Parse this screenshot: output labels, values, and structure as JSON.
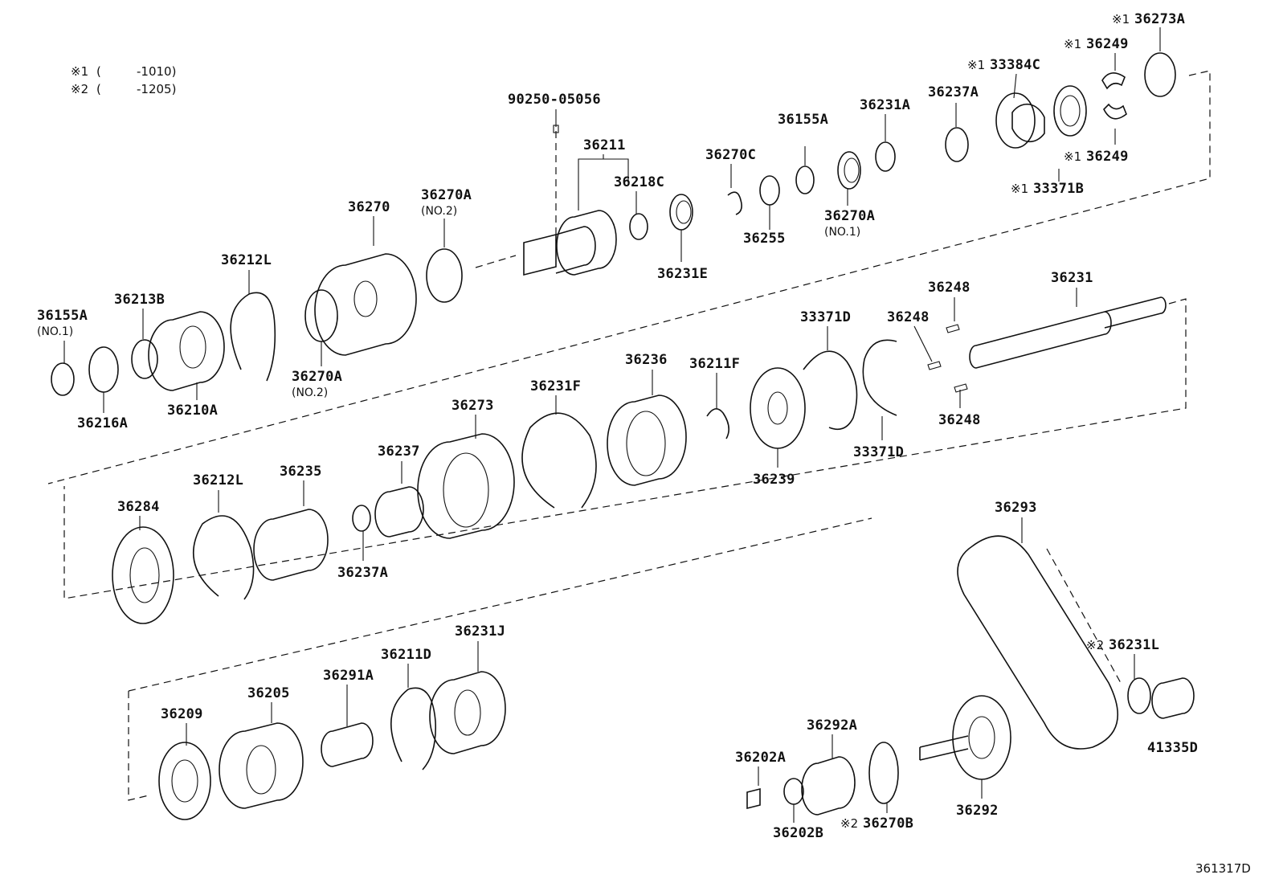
{
  "legend": [
    {
      "mark": "※1",
      "paren": "(",
      "range": "-1010)"
    },
    {
      "mark": "※2",
      "paren": "(",
      "range": "-1205)"
    }
  ],
  "diagram_code": "361317D",
  "parts": [
    {
      "id": "p36273A",
      "mark": "※1",
      "label": "36273A",
      "sub": ""
    },
    {
      "id": "p36249a",
      "mark": "※1",
      "label": "36249",
      "sub": ""
    },
    {
      "id": "p33384C",
      "mark": "※1",
      "label": "33384C",
      "sub": ""
    },
    {
      "id": "p36249b",
      "mark": "※1",
      "label": "36249",
      "sub": ""
    },
    {
      "id": "p33371B",
      "mark": "※1",
      "label": "33371B",
      "sub": ""
    },
    {
      "id": "p36237A_t",
      "mark": "",
      "label": "36237A",
      "sub": ""
    },
    {
      "id": "p36231A",
      "mark": "",
      "label": "36231A",
      "sub": ""
    },
    {
      "id": "p36155A_t",
      "mark": "",
      "label": "36155A",
      "sub": ""
    },
    {
      "id": "p36270C",
      "mark": "",
      "label": "36270C",
      "sub": ""
    },
    {
      "id": "p36255",
      "mark": "",
      "label": "36255",
      "sub": ""
    },
    {
      "id": "p36270A_n1",
      "mark": "",
      "label": "36270A",
      "sub": "(NO.1)"
    },
    {
      "id": "p36231E",
      "mark": "",
      "label": "36231E",
      "sub": ""
    },
    {
      "id": "p36218C",
      "mark": "",
      "label": "36218C",
      "sub": ""
    },
    {
      "id": "p36211",
      "mark": "",
      "label": "36211",
      "sub": ""
    },
    {
      "id": "p9025005056",
      "mark": "",
      "label": "90250-05056",
      "sub": ""
    },
    {
      "id": "p36270A_n2a",
      "mark": "",
      "label": "36270A",
      "sub": "(NO.2)"
    },
    {
      "id": "p36270",
      "mark": "",
      "label": "36270",
      "sub": ""
    },
    {
      "id": "p36212L_t",
      "mark": "",
      "label": "36212L",
      "sub": ""
    },
    {
      "id": "p36270A_n2b",
      "mark": "",
      "label": "36270A",
      "sub": "(NO.2)"
    },
    {
      "id": "p36213B",
      "mark": "",
      "label": "36213B",
      "sub": ""
    },
    {
      "id": "p36155A_n1",
      "mark": "",
      "label": "36155A",
      "sub": "(NO.1)"
    },
    {
      "id": "p36216A",
      "mark": "",
      "label": "36216A",
      "sub": ""
    },
    {
      "id": "p36210A",
      "mark": "",
      "label": "36210A",
      "sub": ""
    },
    {
      "id": "p36248a",
      "mark": "",
      "label": "36248",
      "sub": ""
    },
    {
      "id": "p36231",
      "mark": "",
      "label": "36231",
      "sub": ""
    },
    {
      "id": "p33371Da",
      "mark": "",
      "label": "33371D",
      "sub": ""
    },
    {
      "id": "p36248b",
      "mark": "",
      "label": "36248",
      "sub": ""
    },
    {
      "id": "p36248c",
      "mark": "",
      "label": "36248",
      "sub": ""
    },
    {
      "id": "p33371Db",
      "mark": "",
      "label": "33371D",
      "sub": ""
    },
    {
      "id": "p36211F",
      "mark": "",
      "label": "36211F",
      "sub": ""
    },
    {
      "id": "p36236",
      "mark": "",
      "label": "36236",
      "sub": ""
    },
    {
      "id": "p36239",
      "mark": "",
      "label": "36239",
      "sub": ""
    },
    {
      "id": "p36231F",
      "mark": "",
      "label": "36231F",
      "sub": ""
    },
    {
      "id": "p36273",
      "mark": "",
      "label": "36273",
      "sub": ""
    },
    {
      "id": "p36237",
      "mark": "",
      "label": "36237",
      "sub": ""
    },
    {
      "id": "p36237A_m",
      "mark": "",
      "label": "36237A",
      "sub": ""
    },
    {
      "id": "p36235",
      "mark": "",
      "label": "36235",
      "sub": ""
    },
    {
      "id": "p36212L_m",
      "mark": "",
      "label": "36212L",
      "sub": ""
    },
    {
      "id": "p36284",
      "mark": "",
      "label": "36284",
      "sub": ""
    },
    {
      "id": "p36293",
      "mark": "",
      "label": "36293",
      "sub": ""
    },
    {
      "id": "p36231L",
      "mark": "※2",
      "label": "36231L",
      "sub": ""
    },
    {
      "id": "p41335D",
      "mark": "",
      "label": "41335D",
      "sub": ""
    },
    {
      "id": "p36292",
      "mark": "",
      "label": "36292",
      "sub": ""
    },
    {
      "id": "p36270B",
      "mark": "※2",
      "label": "36270B",
      "sub": ""
    },
    {
      "id": "p36292A",
      "mark": "",
      "label": "36292A",
      "sub": ""
    },
    {
      "id": "p36202A",
      "mark": "",
      "label": "36202A",
      "sub": ""
    },
    {
      "id": "p36202B",
      "mark": "",
      "label": "36202B",
      "sub": ""
    },
    {
      "id": "p36231J",
      "mark": "",
      "label": "36231J",
      "sub": ""
    },
    {
      "id": "p36211D",
      "mark": "",
      "label": "36211D",
      "sub": ""
    },
    {
      "id": "p36291A",
      "mark": "",
      "label": "36291A",
      "sub": ""
    },
    {
      "id": "p36205",
      "mark": "",
      "label": "36205",
      "sub": ""
    },
    {
      "id": "p36209",
      "mark": "",
      "label": "36209",
      "sub": ""
    }
  ]
}
